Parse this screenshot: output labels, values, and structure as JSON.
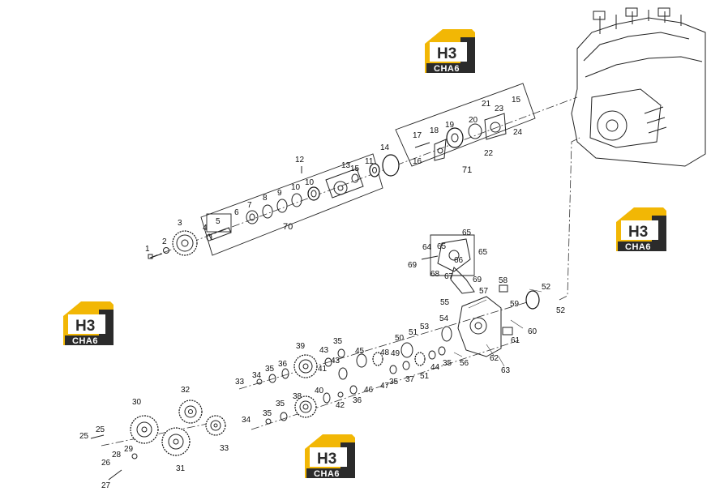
{
  "watermark": {
    "top": "H3",
    "bottom": "CHA6",
    "accent": "#f2b705",
    "dark": "#2b2b2b"
  },
  "parts": [
    {
      "id": "p1",
      "label": "1"
    },
    {
      "id": "p2",
      "label": "2"
    },
    {
      "id": "p3",
      "label": "3"
    },
    {
      "id": "p4",
      "label": "4"
    },
    {
      "id": "p5",
      "label": "5"
    },
    {
      "id": "p6",
      "label": "6"
    },
    {
      "id": "p7",
      "label": "7"
    },
    {
      "id": "p8",
      "label": "8"
    },
    {
      "id": "p9",
      "label": "9"
    },
    {
      "id": "p10a",
      "label": "10"
    },
    {
      "id": "p10b",
      "label": "10"
    },
    {
      "id": "p11",
      "label": "11"
    },
    {
      "id": "p12",
      "label": "12"
    },
    {
      "id": "p13",
      "label": "13"
    },
    {
      "id": "p14",
      "label": "14"
    },
    {
      "id": "p15a",
      "label": "15"
    },
    {
      "id": "p15b",
      "label": "15"
    },
    {
      "id": "p16",
      "label": "16"
    },
    {
      "id": "p17",
      "label": "17"
    },
    {
      "id": "p18",
      "label": "18"
    },
    {
      "id": "p19",
      "label": "19"
    },
    {
      "id": "p20",
      "label": "20"
    },
    {
      "id": "p21",
      "label": "21"
    },
    {
      "id": "p22",
      "label": "22"
    },
    {
      "id": "p23",
      "label": "23"
    },
    {
      "id": "p24",
      "label": "24"
    },
    {
      "id": "p25a",
      "label": "25"
    },
    {
      "id": "p25b",
      "label": "25"
    },
    {
      "id": "p26",
      "label": "26"
    },
    {
      "id": "p27",
      "label": "27"
    },
    {
      "id": "p28",
      "label": "28"
    },
    {
      "id": "p29",
      "label": "29"
    },
    {
      "id": "p30",
      "label": "30"
    },
    {
      "id": "p31",
      "label": "31"
    },
    {
      "id": "p32",
      "label": "32"
    },
    {
      "id": "p33a",
      "label": "33"
    },
    {
      "id": "p33b",
      "label": "33"
    },
    {
      "id": "p34a",
      "label": "34"
    },
    {
      "id": "p34b",
      "label": "34"
    },
    {
      "id": "p35a",
      "label": "35"
    },
    {
      "id": "p35b",
      "label": "35"
    },
    {
      "id": "p35c",
      "label": "35"
    },
    {
      "id": "p35d",
      "label": "35"
    },
    {
      "id": "p35e",
      "label": "35"
    },
    {
      "id": "p35f",
      "label": "35"
    },
    {
      "id": "p36a",
      "label": "36"
    },
    {
      "id": "p36b",
      "label": "36"
    },
    {
      "id": "p37",
      "label": "37"
    },
    {
      "id": "p38",
      "label": "38"
    },
    {
      "id": "p39",
      "label": "39"
    },
    {
      "id": "p40",
      "label": "40"
    },
    {
      "id": "p41",
      "label": "41"
    },
    {
      "id": "p42",
      "label": "42"
    },
    {
      "id": "p43a",
      "label": "43"
    },
    {
      "id": "p43b",
      "label": "43"
    },
    {
      "id": "p44",
      "label": "44"
    },
    {
      "id": "p45",
      "label": "45"
    },
    {
      "id": "p46",
      "label": "46"
    },
    {
      "id": "p47",
      "label": "47"
    },
    {
      "id": "p48",
      "label": "48"
    },
    {
      "id": "p49",
      "label": "49"
    },
    {
      "id": "p50",
      "label": "50"
    },
    {
      "id": "p51a",
      "label": "51"
    },
    {
      "id": "p51b",
      "label": "51"
    },
    {
      "id": "p52a",
      "label": "52"
    },
    {
      "id": "p52b",
      "label": "52"
    },
    {
      "id": "p53",
      "label": "53"
    },
    {
      "id": "p54",
      "label": "54"
    },
    {
      "id": "p55",
      "label": "55"
    },
    {
      "id": "p56",
      "label": "56"
    },
    {
      "id": "p57",
      "label": "57"
    },
    {
      "id": "p58",
      "label": "58"
    },
    {
      "id": "p59",
      "label": "59"
    },
    {
      "id": "p60",
      "label": "60"
    },
    {
      "id": "p61",
      "label": "61"
    },
    {
      "id": "p62",
      "label": "62"
    },
    {
      "id": "p63",
      "label": "63"
    },
    {
      "id": "p64",
      "label": "64"
    },
    {
      "id": "p65a",
      "label": "65"
    },
    {
      "id": "p65b",
      "label": "65"
    },
    {
      "id": "p65c",
      "label": "65"
    },
    {
      "id": "p66",
      "label": "66"
    },
    {
      "id": "p67",
      "label": "67"
    },
    {
      "id": "p68",
      "label": "68"
    },
    {
      "id": "p69a",
      "label": "69"
    },
    {
      "id": "p69b",
      "label": "69"
    }
  ],
  "groups": [
    {
      "id": "g70",
      "label": "70"
    },
    {
      "id": "g71",
      "label": "71"
    }
  ]
}
